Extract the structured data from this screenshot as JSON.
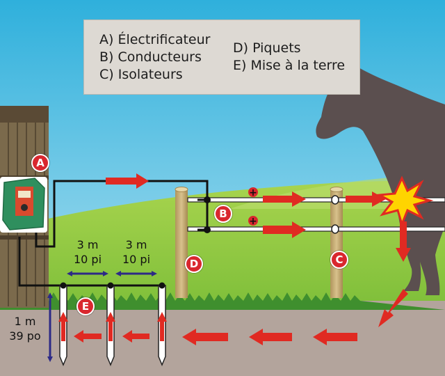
{
  "legend": {
    "items_left": [
      "A)  Électrificateur",
      "B)  Conducteurs",
      "C)  Isolateurs"
    ],
    "items_right": [
      "D) Piquets",
      "E) Mise à la terre"
    ]
  },
  "badges": {
    "a": "A",
    "b": "B",
    "c": "C",
    "d": "D",
    "e": "E"
  },
  "dimensions": {
    "spacing_1_m": "3 m",
    "spacing_1_ft": "10 pi",
    "spacing_2_m": "3 m",
    "spacing_2_ft": "10 pi",
    "depth_m": "1 m",
    "depth_in": "39 po"
  },
  "polarity": {
    "plus_1": "+",
    "plus_2": "+"
  },
  "colors": {
    "sky": "#3fb6dc",
    "hills": "#9fd04a",
    "grass": "#3f8f2e",
    "soil": "#b3a49c",
    "arrow": "#e02a22",
    "badge": "#d9272e",
    "horse": "#5b4f4f",
    "wire": "#111111",
    "dimension_arrow": "#2d2a86",
    "barn": "#7b6a4c",
    "post": "#c9b07a"
  }
}
